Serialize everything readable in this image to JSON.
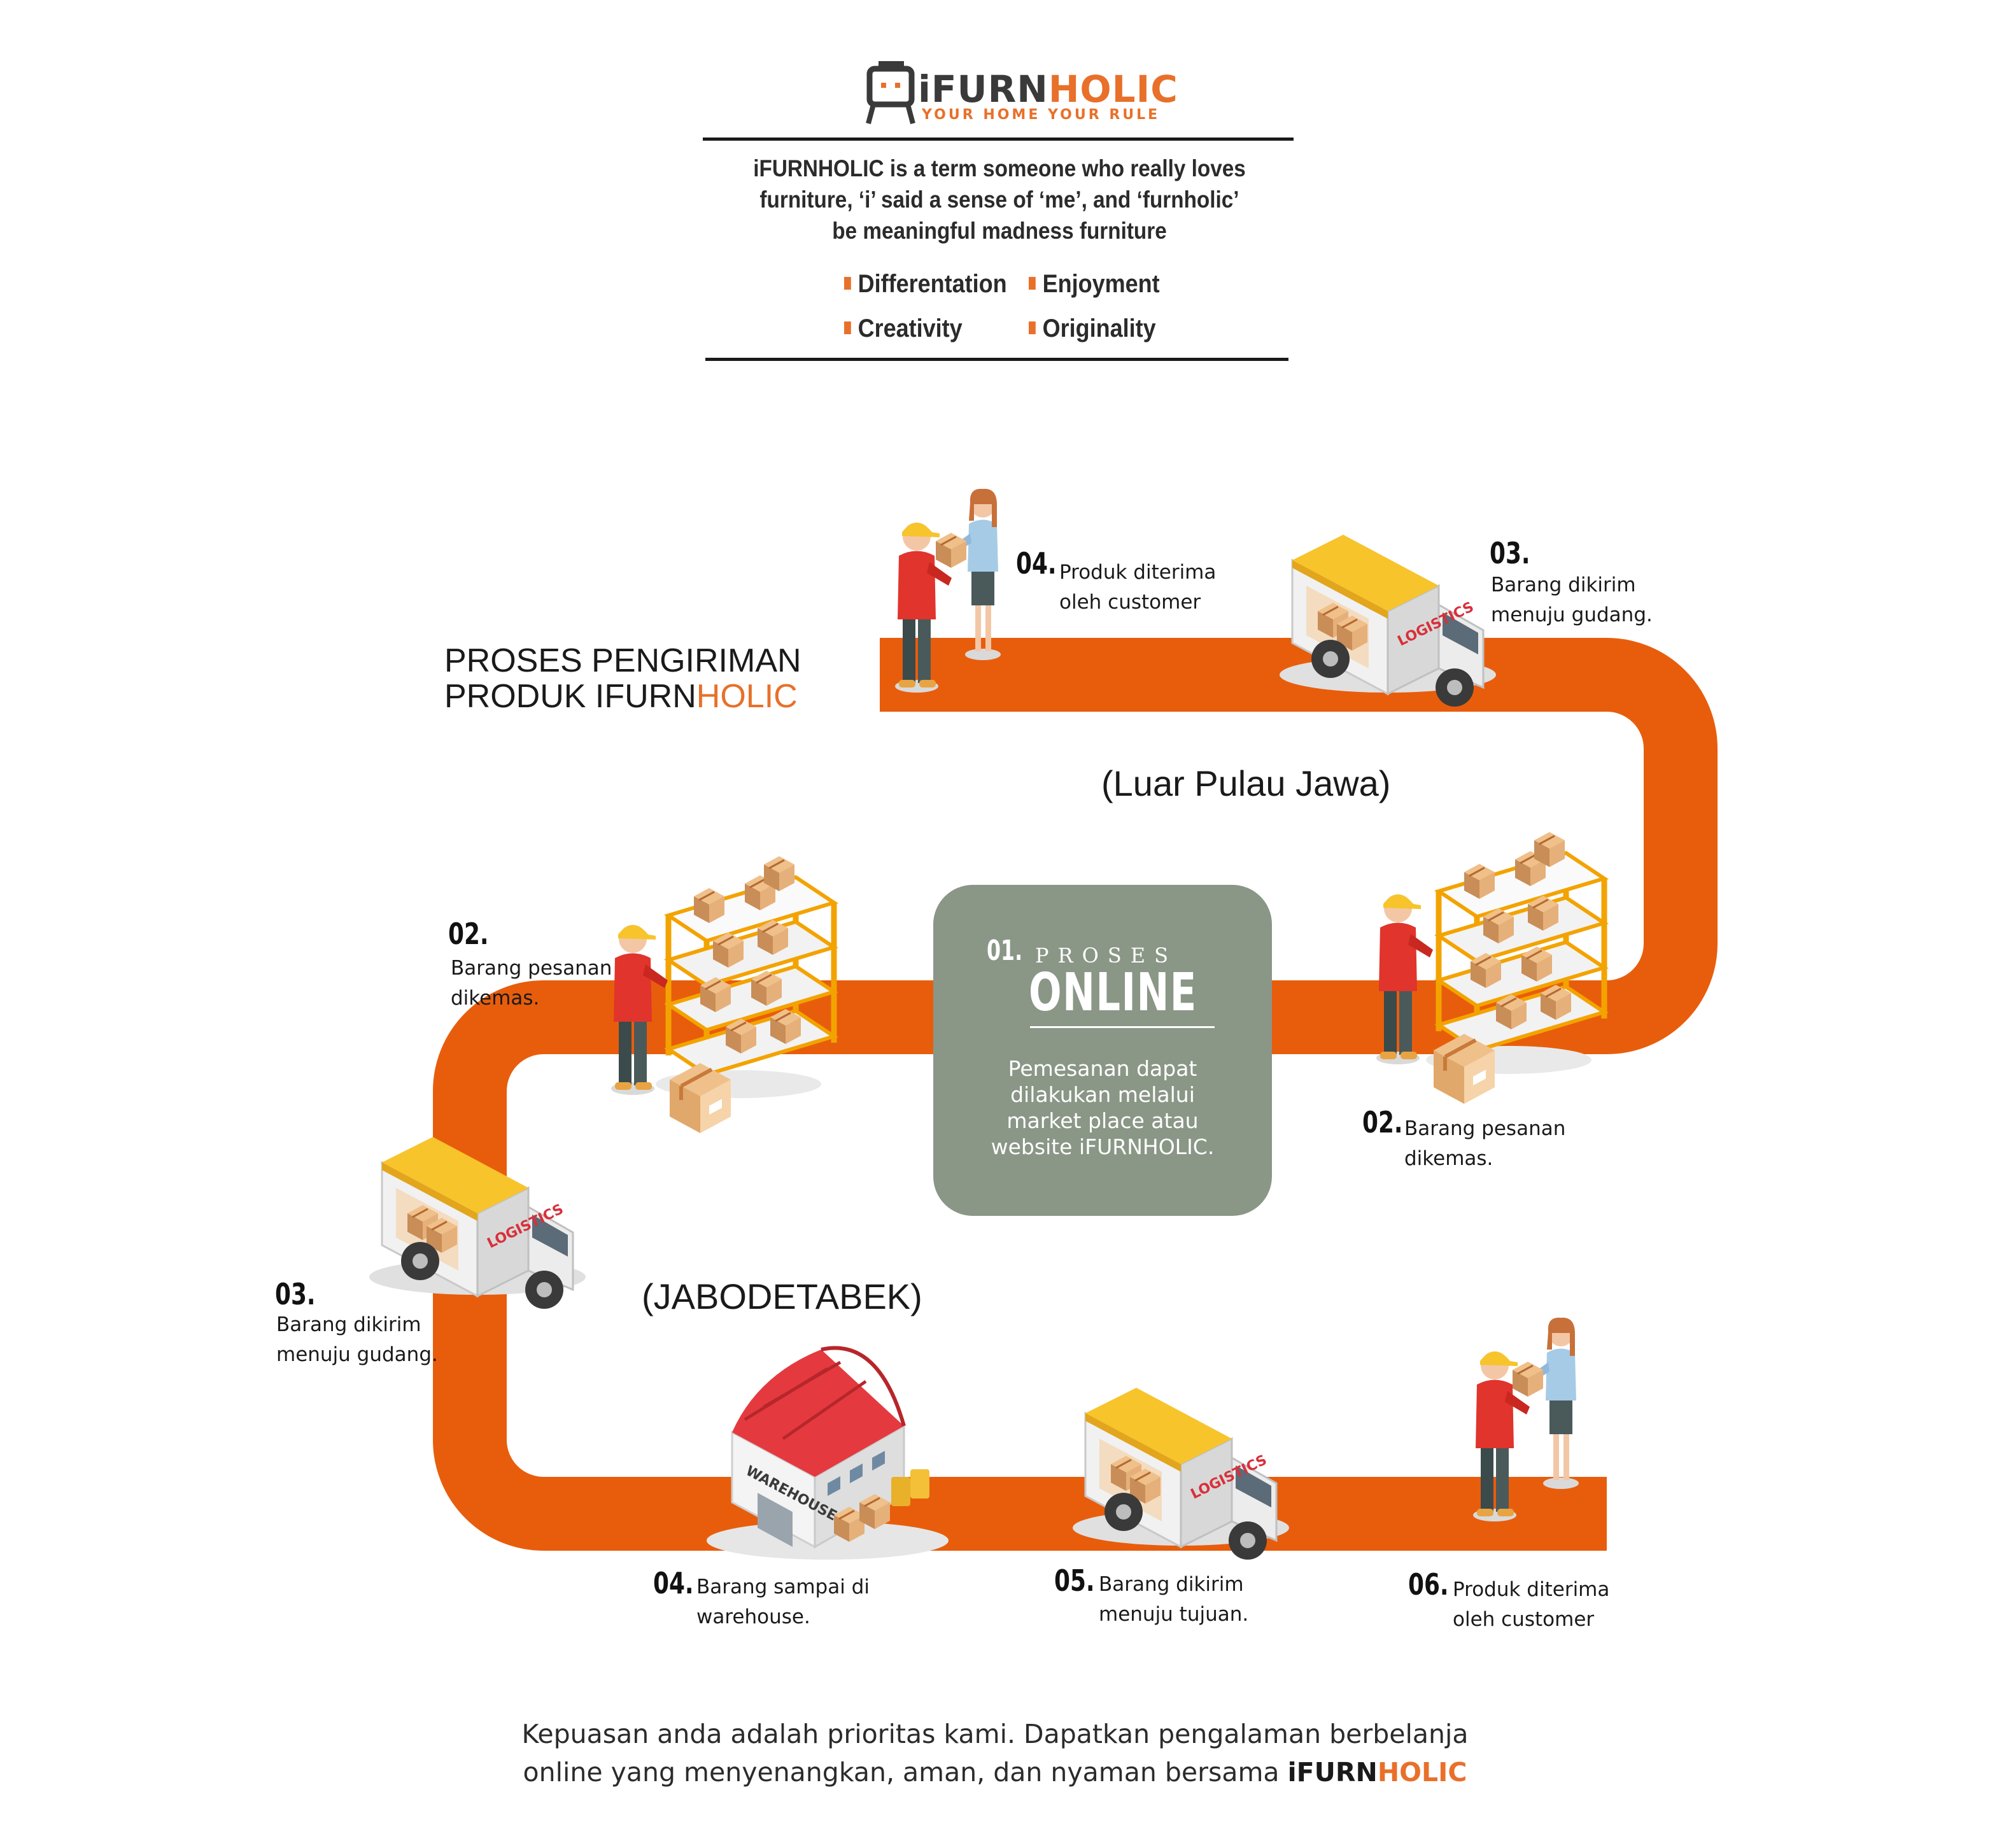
{
  "brand": {
    "name_part1": "iFURN",
    "name_part2": "HOLIC",
    "tagline": "YOUR HOME YOUR RULE"
  },
  "intro": {
    "line1": "iFURNHOLIC is a term someone who really loves",
    "line2": "furniture, ‘i’ said a sense of ‘me’, and ‘furnholic’",
    "line3": "be meaningful madness furniture"
  },
  "values": [
    "Differentation",
    "Enjoyment",
    "Creativity",
    "Originality"
  ],
  "title": {
    "line1": "PROSES PENGIRIMAN",
    "line2_part1": "PRODUK IFURN",
    "line2_part2": "HOLIC"
  },
  "regions": {
    "outer": "(Luar Pulau Jawa)",
    "jabodetabek": "(JABODETABEK)"
  },
  "center_card": {
    "number": "01.",
    "proses": "PROSES",
    "online": "ONLINE",
    "description": "Pemesanan dapat\ndilakukan melalui\nmarket place atau\nwebsite iFURNHOLIC."
  },
  "steps_outer": [
    {
      "number": "02.",
      "text": "Barang pesanan\ndikemas."
    },
    {
      "number": "03.",
      "text": "Barang dikirim\nmenuju gudang."
    },
    {
      "number": "04.",
      "text": "Produk diterima\noleh customer"
    }
  ],
  "steps_jabodetabek": [
    {
      "number": "02.",
      "text": "Barang pesanan\ndikemas."
    },
    {
      "number": "03.",
      "text": "Barang dikirim\nmenuju gudang."
    },
    {
      "number": "04.",
      "text": "Barang sampai di\nwarehouse."
    },
    {
      "number": "05.",
      "text": "Barang dikirim\nmenuju tujuan."
    },
    {
      "number": "06.",
      "text": "Produk diterima\noleh customer"
    }
  ],
  "icons": {
    "truck_label": "LOGISTICS",
    "warehouse_label": "WAREHOUSE"
  },
  "footer": {
    "line1": "Kepuasan anda adalah prioritas kami. Dapatkan pengalaman berbelanja",
    "line2": "online yang menyenangkan, aman, dan nyaman bersama",
    "brand_part1": "iFURN",
    "brand_part2": "HOLIC"
  },
  "colors": {
    "road": "#e85d0c",
    "accent": "#e8702a",
    "card": "#8a9686",
    "truck_roof": "#f7c42c",
    "warehouse_roof": "#e43a3f",
    "shirt": "#e0342d"
  }
}
